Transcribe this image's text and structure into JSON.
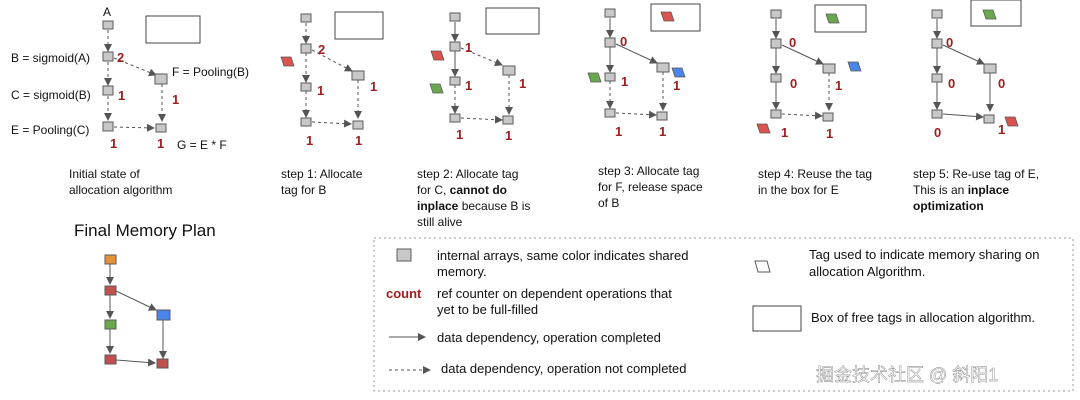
{
  "colors": {
    "node_gray": "#c8c8c8",
    "node_border": "#5a5a5a",
    "count_red": "#a01e1e",
    "tag_red": "#d9534f",
    "tag_green": "#6aa84f",
    "tag_blue": "#4a86e8",
    "node_orange": "#e69138",
    "node_maroon": "#c0504d"
  },
  "initial": {
    "labels": {
      "a": "A",
      "b": "B = sigmoid(A)",
      "c": "C = sigmoid(B)",
      "e": "E = Pooling(C)",
      "f": "F = Pooling(B)",
      "g": "G = E * F"
    },
    "counts": {
      "b": "2",
      "c": "1",
      "f": "1",
      "e": "1",
      "g": "1"
    },
    "caption": [
      "Initial state of",
      "allocation algorithm"
    ]
  },
  "step1": {
    "counts": {
      "b": "2",
      "c": "1",
      "f": "1",
      "e": "1",
      "g": "1"
    },
    "caption": [
      "step 1: Allocate",
      "tag for B"
    ]
  },
  "step2": {
    "counts": {
      "b": "1",
      "c": "1",
      "f": "1",
      "e": "1",
      "g": "1"
    },
    "caption": {
      "l1": "step 2: Allocate tag",
      "l2a": "for C, ",
      "l2b": "cannot do",
      "l3a": "inplace",
      "l3b": " because B is",
      "l4": "still alive"
    }
  },
  "step3": {
    "counts": {
      "b": "0",
      "c": "1",
      "f": "1",
      "e": "1",
      "g": "1"
    },
    "caption": [
      "step 3: Allocate tag",
      "for F, release space",
      "of B"
    ]
  },
  "step4": {
    "counts": {
      "b": "0",
      "c": "0",
      "f": "1",
      "e": "1",
      "g": "1"
    },
    "caption": [
      "step 4: Reuse the tag",
      "in the box for E"
    ]
  },
  "step5": {
    "counts": {
      "b": "0",
      "c": "0",
      "f": "0",
      "e": "0",
      "g": "1"
    },
    "caption": {
      "l1": "step 5: Re-use tag of E,",
      "l2a": "This is an ",
      "l2b": "inplace",
      "l3": "optimization"
    }
  },
  "final_plan": {
    "title": "Final Memory Plan"
  },
  "legend": {
    "internal_arrays": [
      "internal arrays, same color indicates shared",
      "memory."
    ],
    "count_word": "count",
    "count_desc": [
      "ref counter on dependent operations that",
      "yet to be full-filled"
    ],
    "solid_desc": "data dependency, operation completed",
    "dashed_desc": "data dependency, operation not completed",
    "tag_desc": [
      "Tag used to indicate memory sharing on",
      "allocation Algorithm."
    ],
    "box_desc": "Box of free tags in allocation algorithm."
  },
  "watermark": "掘金技术社区 @ 斜阳1"
}
